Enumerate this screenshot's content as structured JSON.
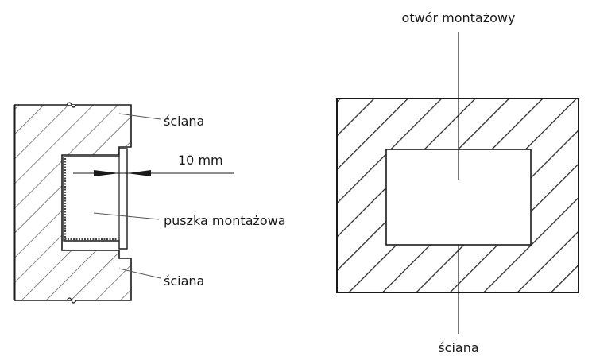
{
  "labels": {
    "wall_top": "ściana",
    "gap": "10 mm",
    "box": "puszka montażowa",
    "wall_bottom": "ściana",
    "opening": "otwór montażowy",
    "wall_front": "ściana"
  },
  "colors": {
    "line": "#1a1a1a",
    "hatch": "#2a2a2a",
    "background": "#ffffff"
  }
}
